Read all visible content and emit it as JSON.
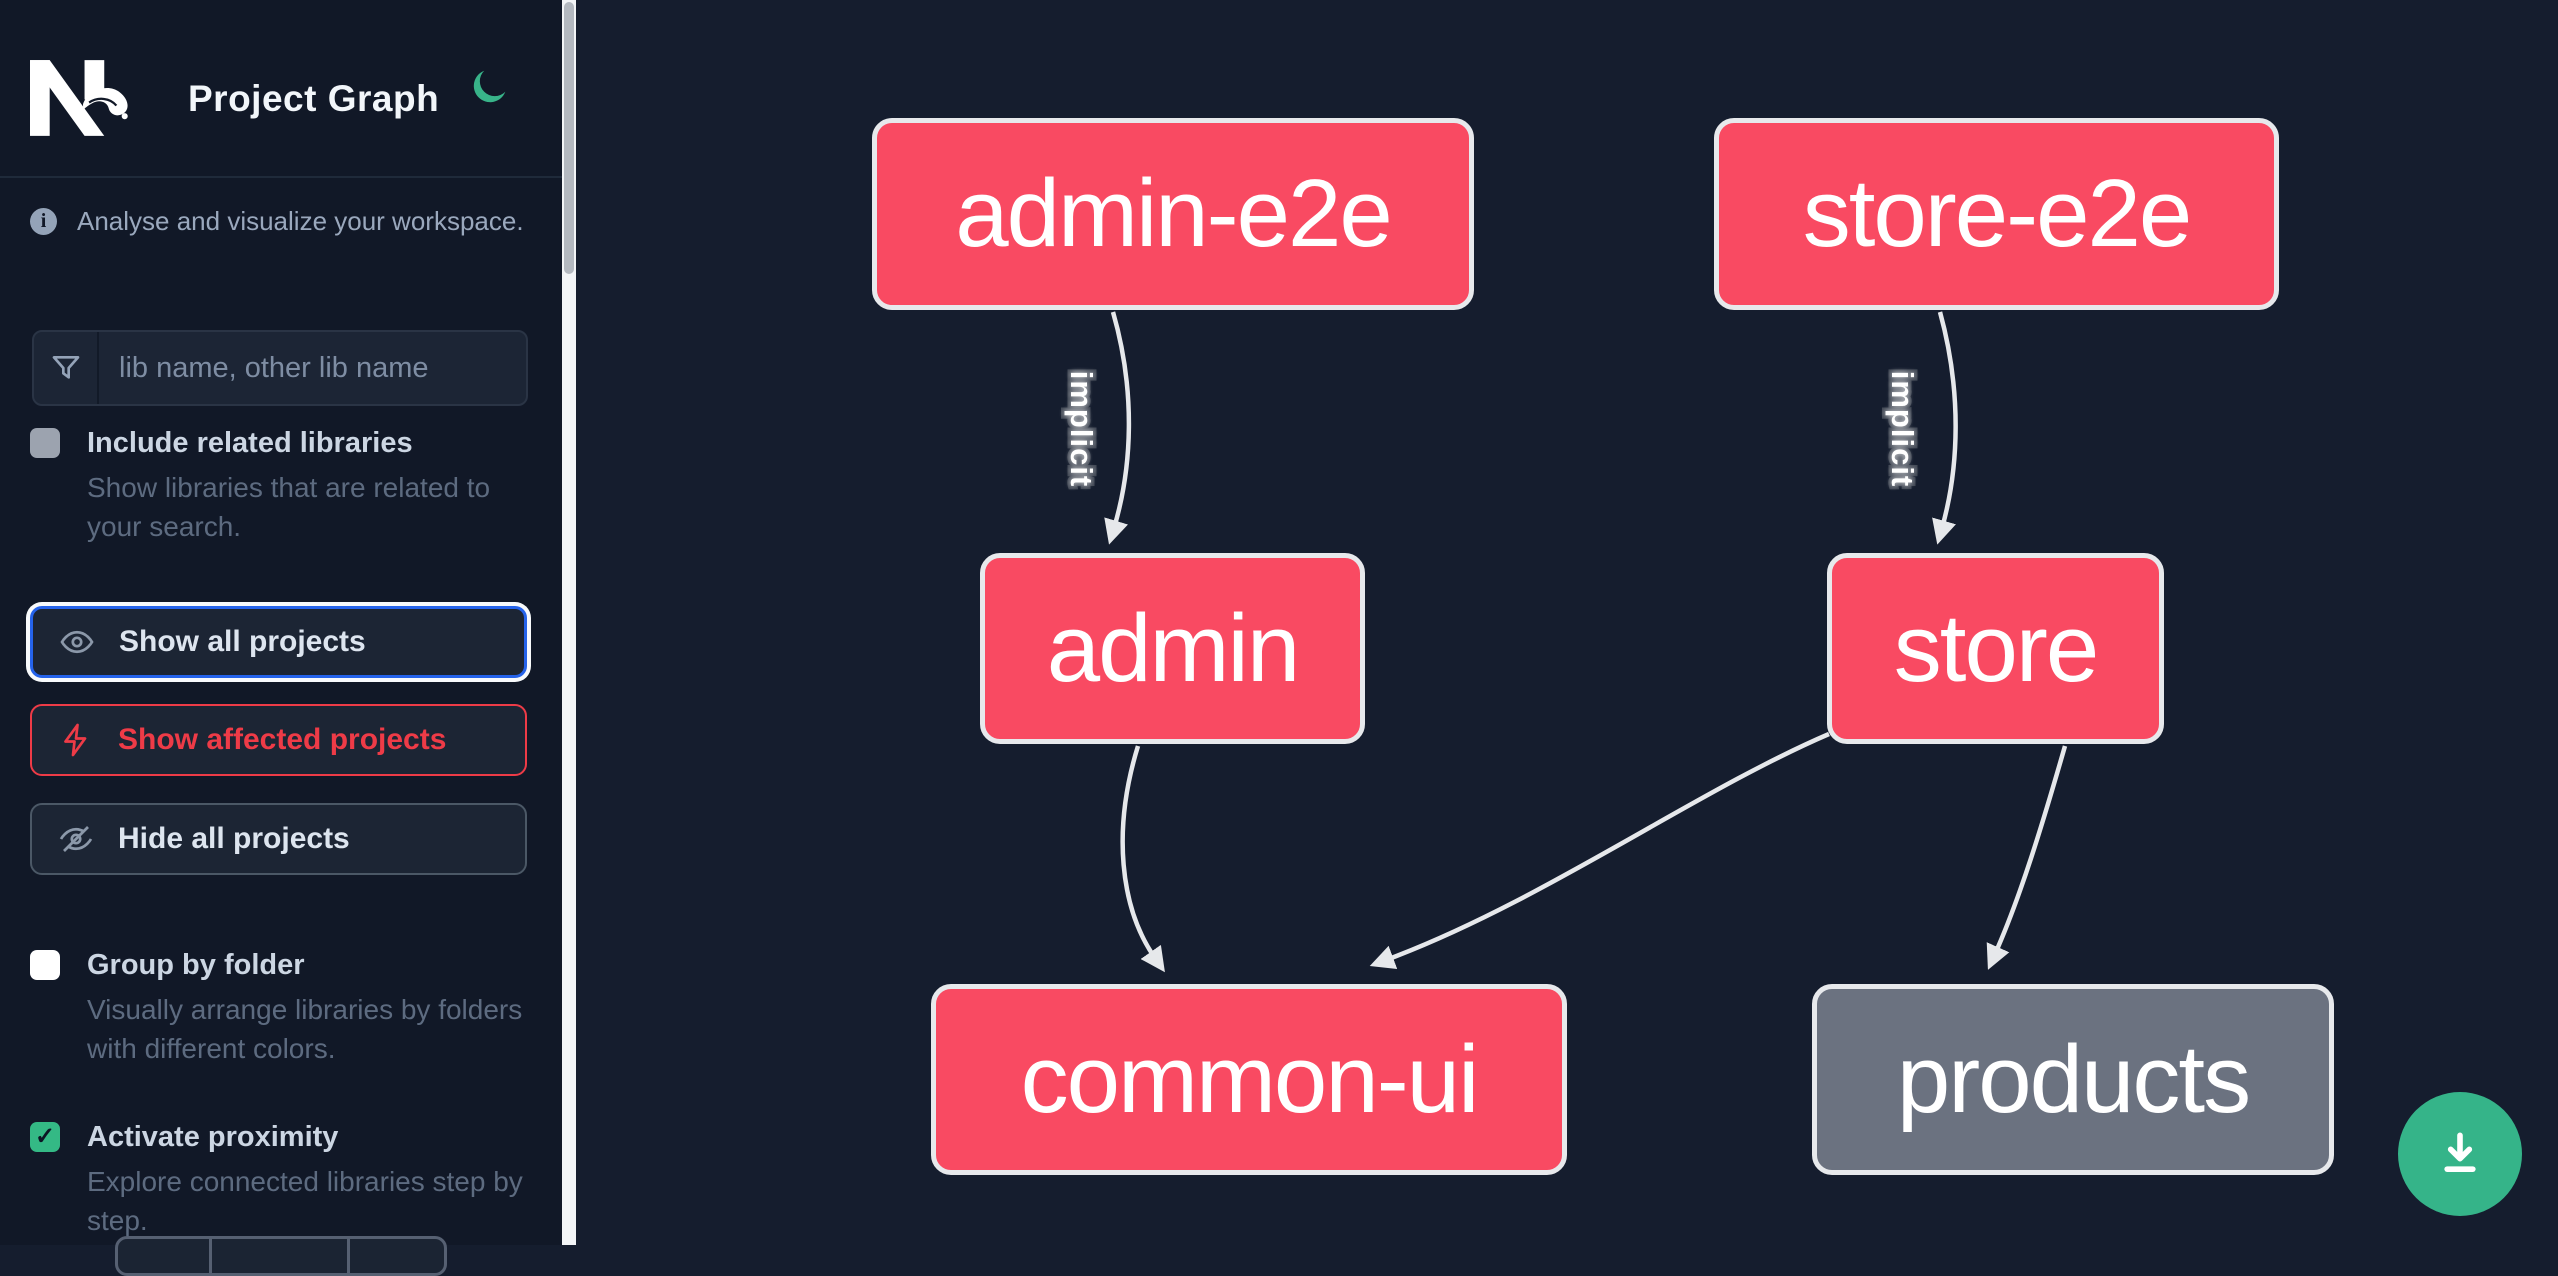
{
  "header": {
    "title": "Project Graph",
    "logo": "nx-logo",
    "theme_toggle": "moon-icon"
  },
  "sidebar": {
    "tagline": "Analyse and visualize your workspace.",
    "search": {
      "icon": "funnel-icon",
      "placeholder": "lib name, other lib name",
      "value": ""
    },
    "toggles": [
      {
        "label": "Include related libraries",
        "description": "Show libraries that are related to your search.",
        "checked": false,
        "check_glyph": ""
      },
      {
        "label": "Group by folder",
        "description": "Visually arrange libraries by folders with different colors.",
        "checked": false,
        "check_glyph": ""
      },
      {
        "label": "Activate proximity",
        "description": "Explore connected libraries step by step.",
        "checked": true,
        "check_glyph": "✓"
      }
    ],
    "buttons": [
      {
        "label": "Show all projects",
        "icon": "eye-icon",
        "state": "focused"
      },
      {
        "label": "Show affected projects",
        "icon": "bolt-icon",
        "state": "danger"
      },
      {
        "label": "Hide all projects",
        "icon": "eye-off-icon",
        "state": "default"
      }
    ]
  },
  "graph": {
    "nodes": [
      {
        "id": "admin-e2e",
        "label": "admin-e2e",
        "color": "pink"
      },
      {
        "id": "store-e2e",
        "label": "store-e2e",
        "color": "pink"
      },
      {
        "id": "admin",
        "label": "admin",
        "color": "pink"
      },
      {
        "id": "store",
        "label": "store",
        "color": "pink"
      },
      {
        "id": "common-ui",
        "label": "common-ui",
        "color": "pink"
      },
      {
        "id": "products",
        "label": "products",
        "color": "gray"
      }
    ],
    "edges": [
      {
        "from": "admin-e2e",
        "to": "admin",
        "label": "implicit"
      },
      {
        "from": "store-e2e",
        "to": "store",
        "label": "implicit"
      },
      {
        "from": "admin",
        "to": "common-ui",
        "label": ""
      },
      {
        "from": "store",
        "to": "common-ui",
        "label": ""
      },
      {
        "from": "store",
        "to": "products",
        "label": ""
      }
    ]
  },
  "fab": {
    "icon": "download-icon"
  },
  "colors": {
    "sidebar_bg": "#111827",
    "canvas_bg": "#151d2e",
    "node_pink": "#f94a62",
    "node_gray": "#6b7280",
    "node_border": "#e7e9ec",
    "edge": "#e6e8eb",
    "accent_green": "#35b489",
    "accent_blue": "#2563eb",
    "accent_red": "#ee3b47"
  }
}
